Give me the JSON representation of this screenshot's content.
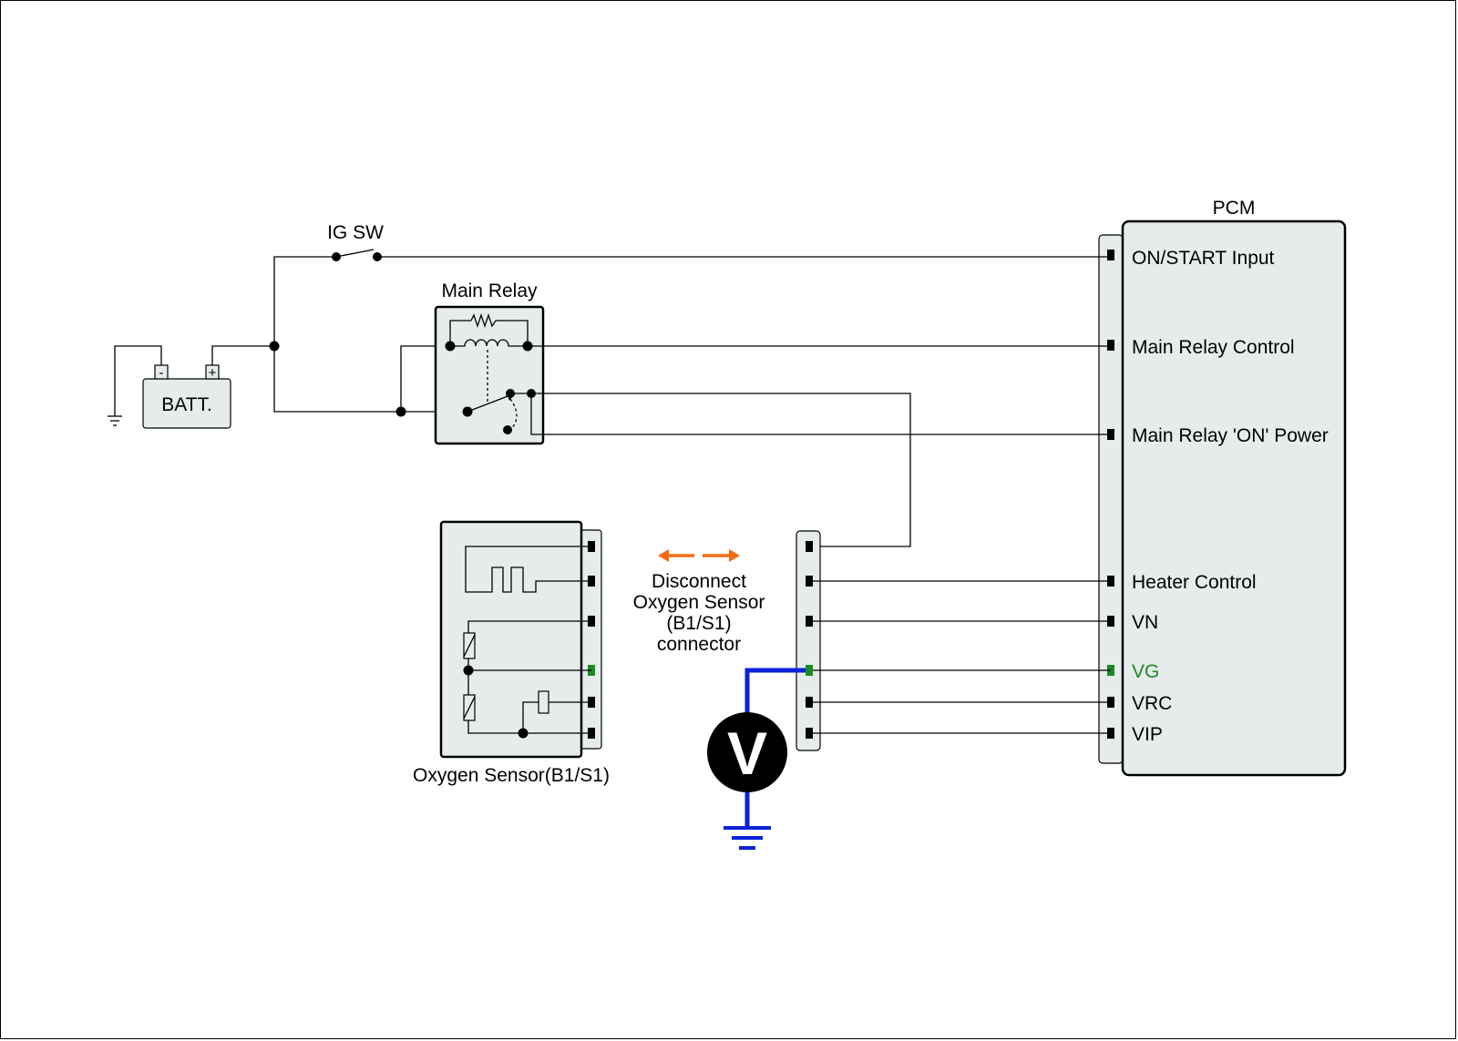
{
  "labels": {
    "ig_sw": "IG SW",
    "main_relay": "Main Relay",
    "battery": "BATT.",
    "battery_neg": "-",
    "battery_pos": "+",
    "pcm": "PCM",
    "oxygen_sensor": "Oxygen Sensor(B1/S1)",
    "voltmeter": "V",
    "disconnect_note": [
      "Disconnect",
      "Oxygen Sensor",
      "(B1/S1)",
      "connector"
    ]
  },
  "pcm_pins": [
    {
      "label": "ON/START Input"
    },
    {
      "label": "Main Relay Control"
    },
    {
      "label": "Main Relay 'ON' Power"
    },
    {
      "label": "Heater Control"
    },
    {
      "label": "VN"
    },
    {
      "label": "VG",
      "highlight": true
    },
    {
      "label": "VRC"
    },
    {
      "label": "VIP"
    }
  ],
  "colors": {
    "measurement_wire": "#0b22d8",
    "highlight_pin": "#1a8a22",
    "arrow": "#f26b16",
    "panel_fill": "#e6ecec"
  },
  "icons": {
    "arrows": "double-arrow-icon",
    "ground": "ground-icon",
    "switch": "switch-icon",
    "relay_coil": "coil-icon"
  }
}
